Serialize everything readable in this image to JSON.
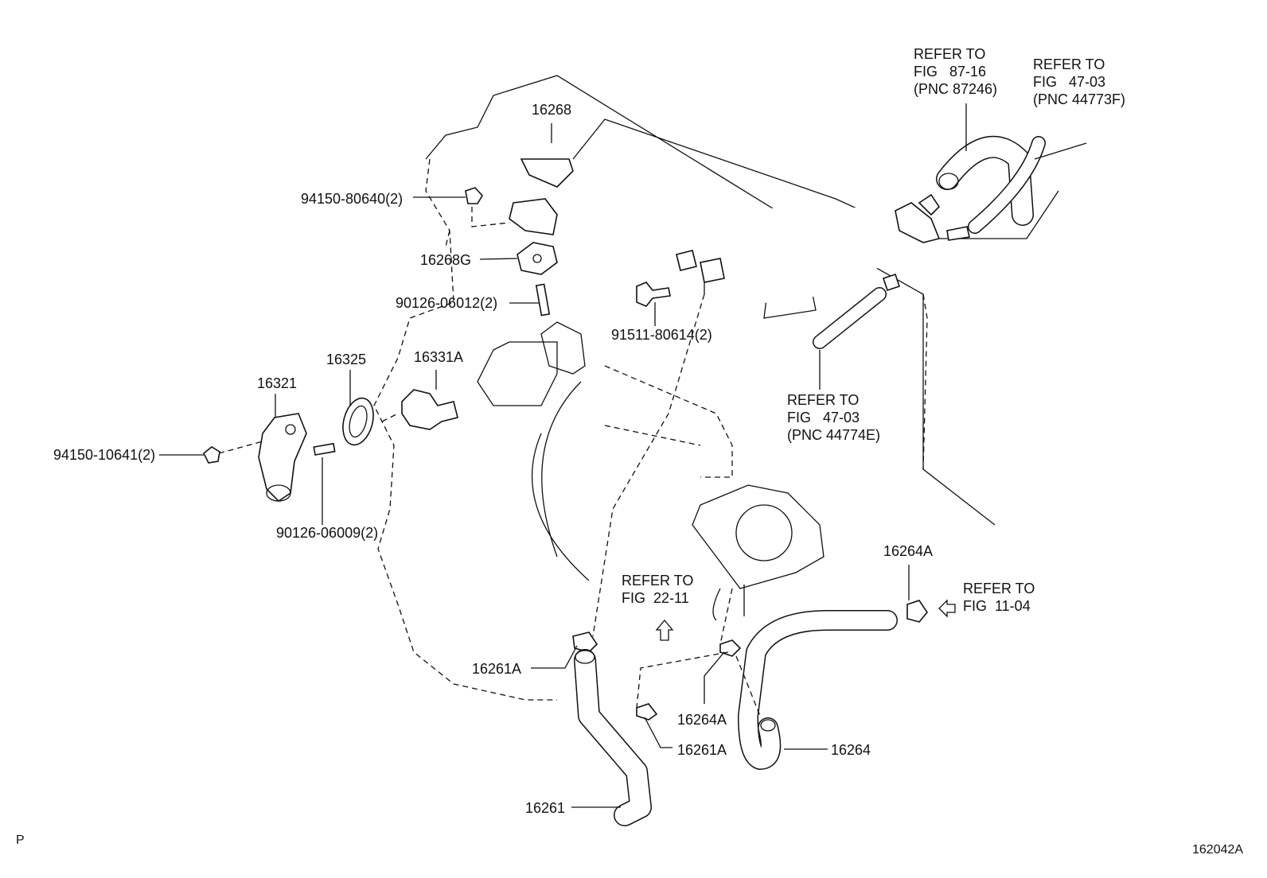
{
  "diagram": {
    "labels": {
      "p16268": "16268",
      "p94150_80640": "94150-80640(2)",
      "p16268G": "16268G",
      "p90126_06012": "90126-06012(2)",
      "p91511_80614": "91511-80614(2)",
      "p16325": "16325",
      "p16331A": "16331A",
      "p16321": "16321",
      "p94150_10641": "94150-10641(2)",
      "p90126_06009": "90126-06009(2)",
      "p16264A_top": "16264A",
      "p16261A_left": "16261A",
      "p16264A_mid": "16264A",
      "p16261A_bottom": "16261A",
      "p16264": "16264",
      "p16261": "16261"
    },
    "refs": {
      "ref_87_16": [
        "REFER TO",
        "FIG   87-16",
        "(PNC 87246)"
      ],
      "ref_47_03_top": [
        "REFER TO",
        "FIG   47-03",
        "(PNC 44773F)"
      ],
      "ref_47_03_mid": [
        "REFER TO",
        "FIG   47-03",
        "(PNC 44774E)"
      ],
      "ref_22_11": [
        "REFER TO",
        "FIG  22-11"
      ],
      "ref_11_04": [
        "REFER TO",
        "FIG  11-04"
      ]
    },
    "corner_left": "P",
    "corner_right": "162042A"
  }
}
